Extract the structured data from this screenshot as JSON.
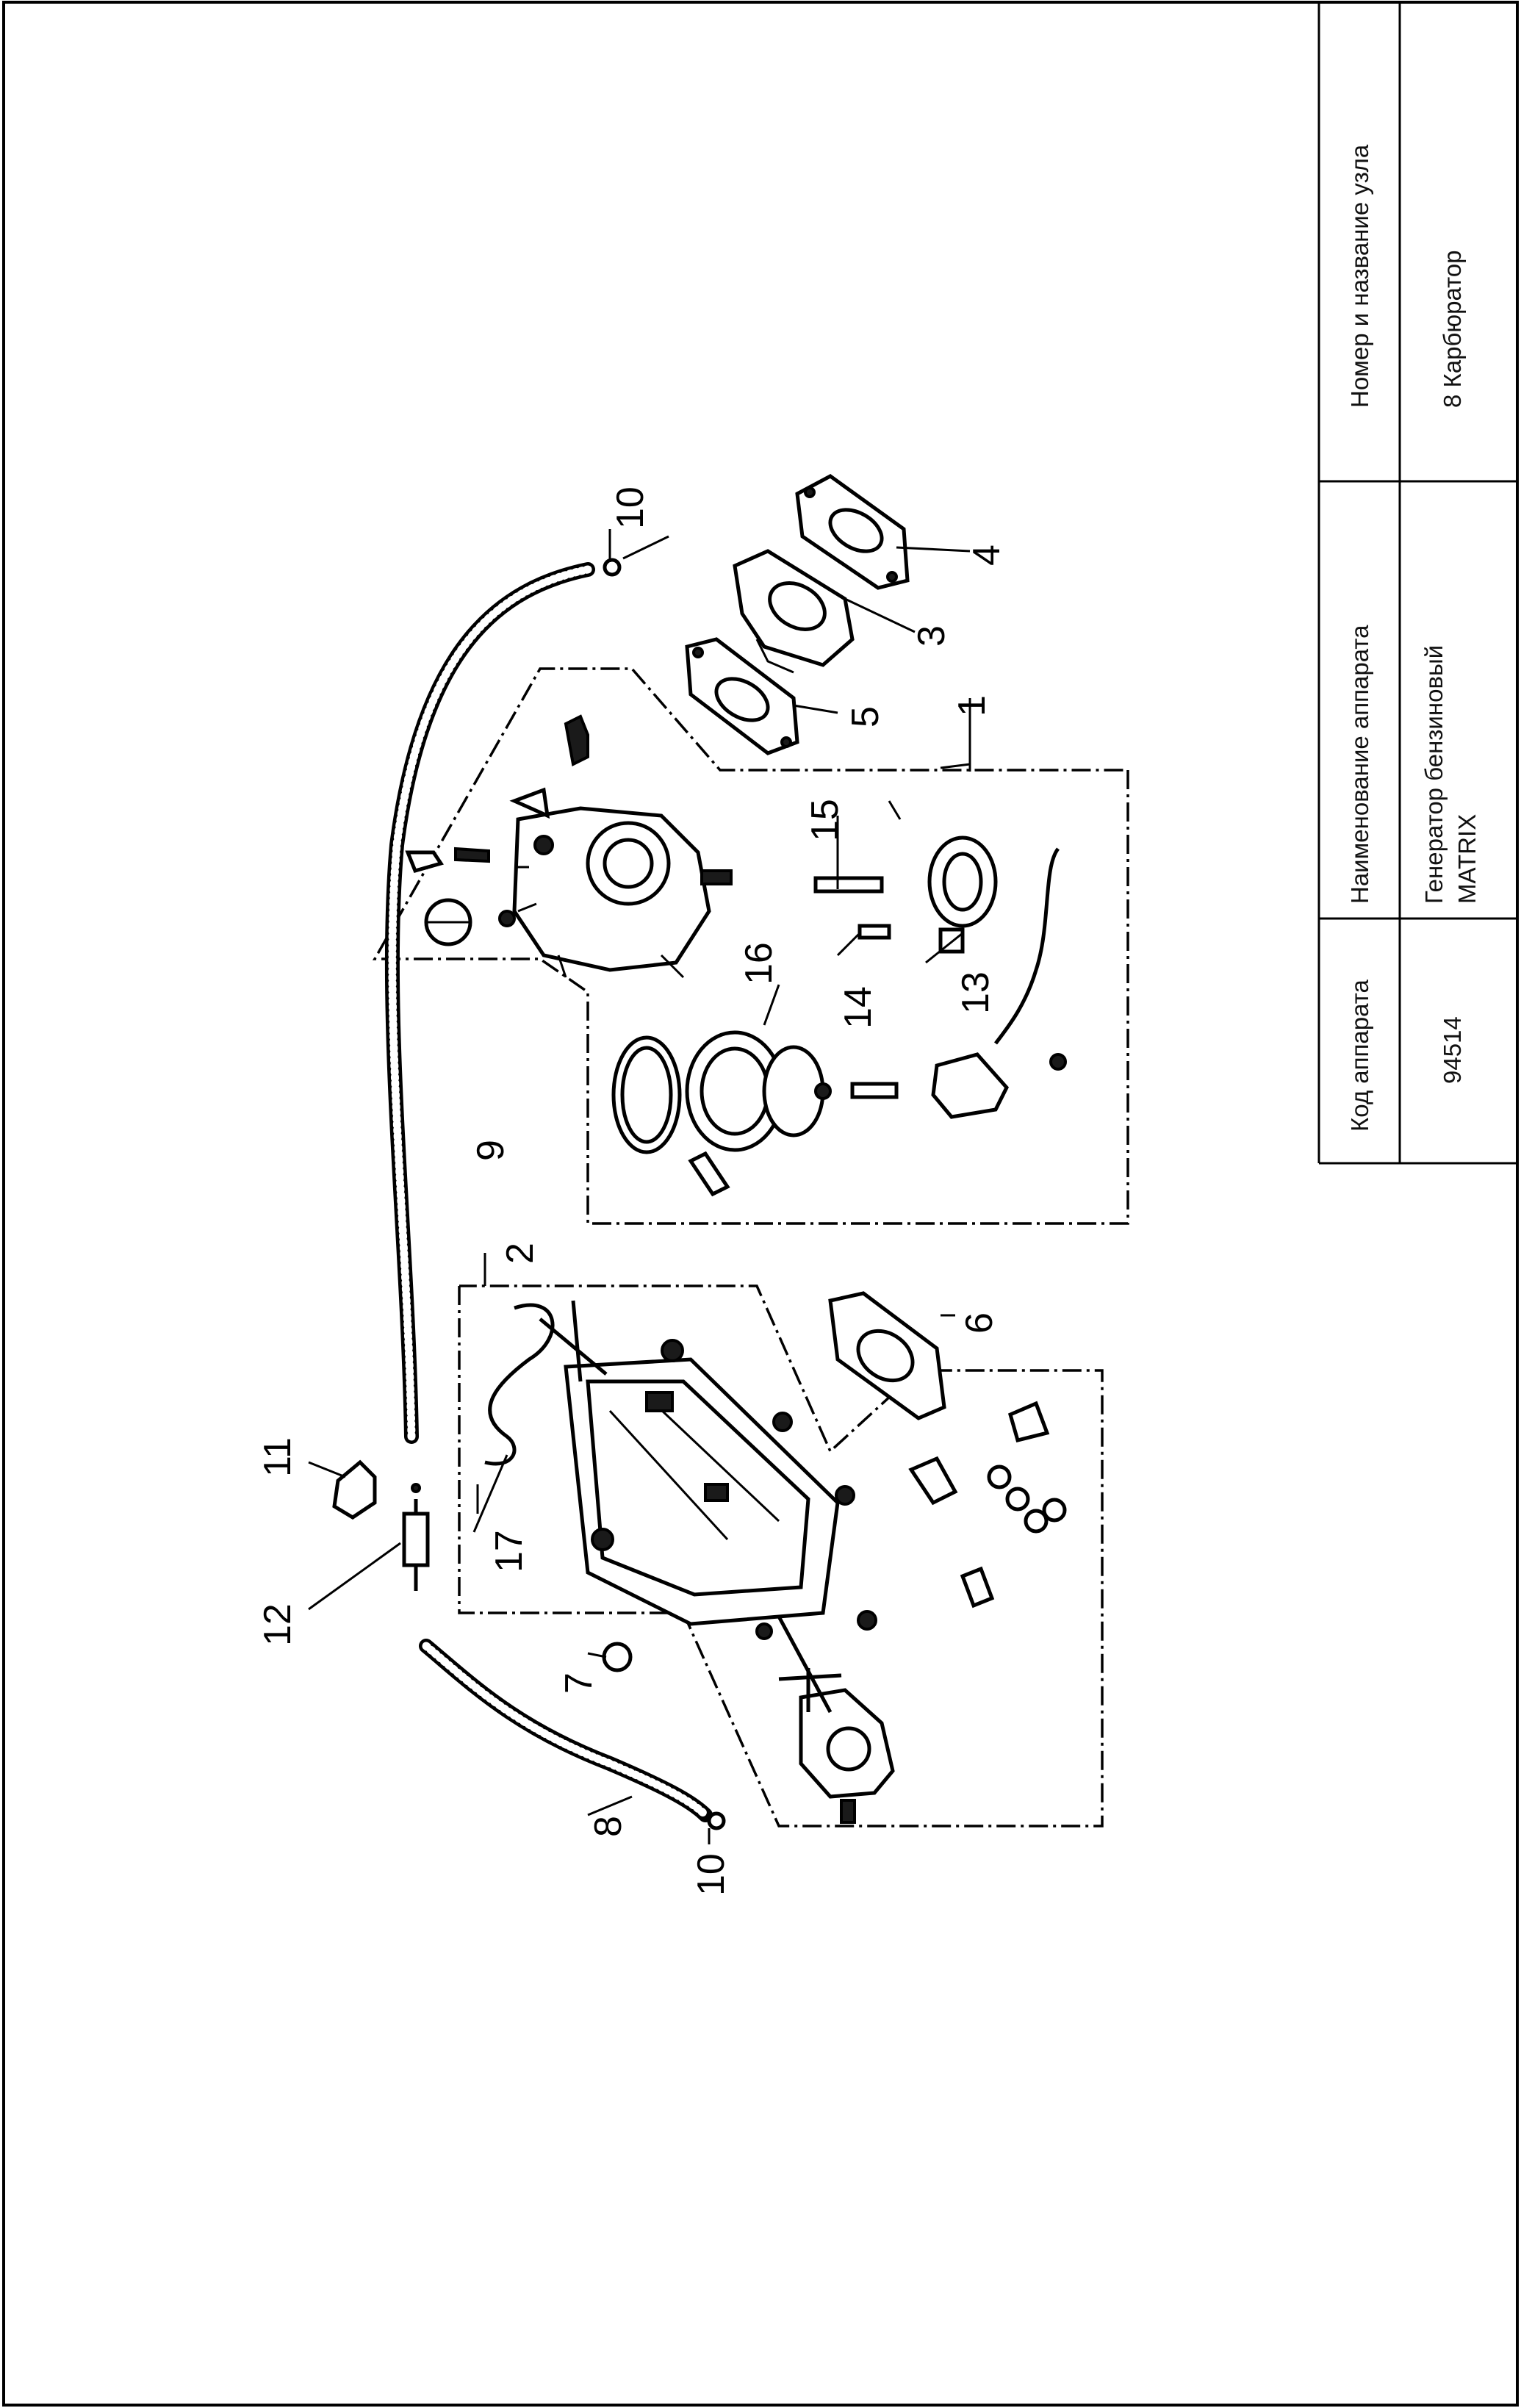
{
  "title_block": {
    "code_header": "Код аппарата",
    "code_value": "94514",
    "device_header": "Наименование аппарата",
    "device_value_line1": "Генератор бензиновый",
    "device_value_line2": "MATRIX",
    "unit_header": "Номер и название узла",
    "unit_value": "8 Карбюратор"
  },
  "callouts": [
    "1",
    "2",
    "3",
    "4",
    "5",
    "6",
    "7",
    "8",
    "9",
    "10",
    "10",
    "11",
    "12",
    "13",
    "14",
    "15",
    "16",
    "17"
  ]
}
